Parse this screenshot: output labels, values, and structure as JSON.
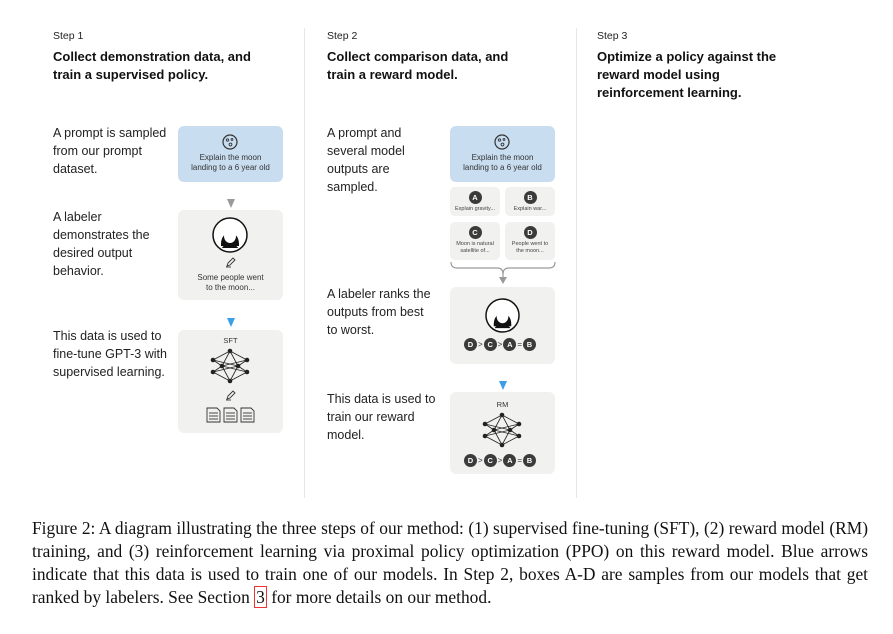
{
  "step1": {
    "num": "Step 1",
    "title": "Collect demonstration data, and train a supervised policy.",
    "desc1": "A prompt is sampled from our prompt dataset.",
    "desc2": "A labeler demonstrates the desired output behavior.",
    "desc3": "This data is used to fine-tune GPT-3 with supervised learning.",
    "prompt_text": "Explain the moon landing to a 6 year old",
    "demo_text": "Some people went to the moon...",
    "model_label": "SFT"
  },
  "step2": {
    "num": "Step 2",
    "title": "Collect comparison data, and train a reward model.",
    "desc1": "A prompt and several model outputs are sampled.",
    "desc2": "A labeler ranks the outputs from best to worst.",
    "desc3": "This data is used to train our reward model.",
    "prompt_text": "Explain the moon landing to a 6 year old",
    "outputs": [
      {
        "letter": "A",
        "text": "Explain gravity..."
      },
      {
        "letter": "B",
        "text": "Explain war..."
      },
      {
        "letter": "C",
        "text": "Moon is natural satellite of..."
      },
      {
        "letter": "D",
        "text": "People went to the moon..."
      }
    ],
    "ranking": [
      "D",
      ">",
      "C",
      ">",
      "A",
      "=",
      "B"
    ],
    "model_label": "RM"
  },
  "step3": {
    "num": "Step 3",
    "title": "Optimize a policy against the reward model using reinforcement learning."
  },
  "caption": {
    "main": "Figure 2: A diagram illustrating the three steps of our method: (1) supervised fine-tuning (SFT), (2) reward model (RM) training, and (3) reinforcement learning via proximal policy optimization (PPO) on this reward model. Blue arrows indicate that this data is used to train one of our models. In Step 2, boxes A-D are samples from our models that get ranked by labelers. See Section ",
    "ref": "3",
    "tail": " for more details on our method."
  },
  "colors": {
    "prompt_card": "#c9ddf1",
    "card": "#f1f1ef",
    "blue_arrow": "#3a9fe6",
    "gray_arrow": "#9a9a9a",
    "badge": "#3b3b3b",
    "section_ref_border": "#ee3333"
  }
}
